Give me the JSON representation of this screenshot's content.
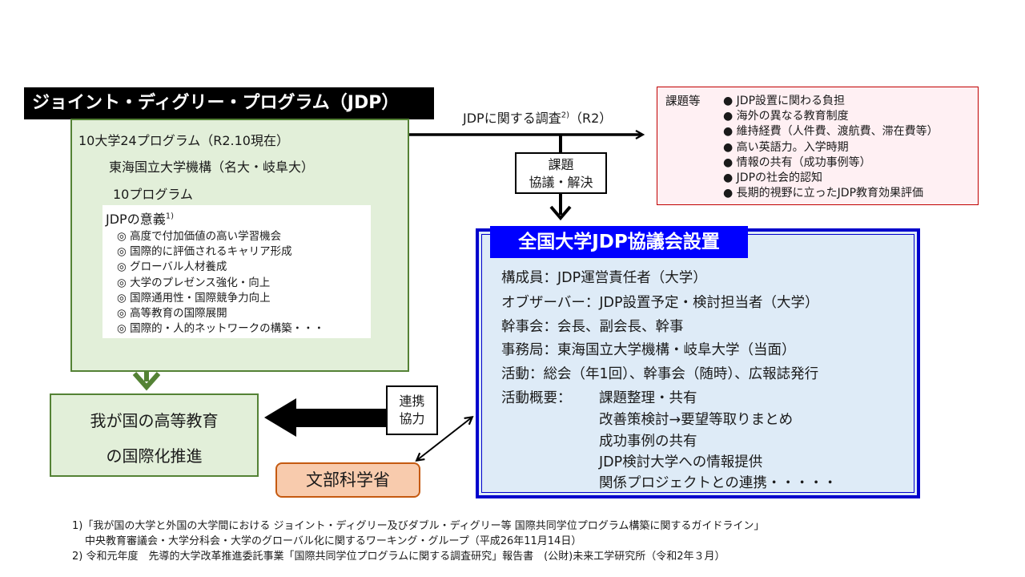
{
  "jdp_title": "ジョイント・ディグリー・プログラム（JDP）",
  "green_box": {
    "line1": "10大学24プログラム（R2.10現在）",
    "line2": "東海国立大学機構（名大・岐阜大）",
    "line3": "10プログラム"
  },
  "significance": {
    "title": "JDPの意義",
    "title_sup": "1)",
    "items": [
      "◎ 高度で付加価値の高い学習機会",
      "◎ 国際的に評価されるキャリア形成",
      "◎ グローバル人材養成",
      "◎ 大学のプレゼンス強化・向上",
      "◎ 国際通用性・国際競争力向上",
      "◎ 高等教育の国際展開",
      "◎ 国際的・人的ネットワークの構築・・・"
    ]
  },
  "survey": {
    "text": "JDPに関する調査",
    "sup": "2)",
    "suffix": "（R2）"
  },
  "issues": {
    "heading": "課題等",
    "items": [
      "● JDP設置に関わる負担",
      "● 海外の異なる教育制度",
      "● 維持経費（人件費、渡航費、滞在費等）",
      "● 高い英語力。入学時期",
      "● 情報の共有（成功事例等）",
      "● JDPの社会的認知",
      "● 長期的視野に立ったJDP教育効果評価"
    ]
  },
  "kadai_box": {
    "line1": "課題",
    "line2": "協議・解決"
  },
  "council": {
    "title": "全国大学JDP協議会設置",
    "lines": [
      "構成員：JDP運営責任者（大学）",
      "オブザーバー：JDP設置予定・検討担当者（大学）",
      "幹事会：会長、副会長、幹事",
      "事務局：東海国立大学機構・岐阜大学（当面）",
      "活動：総会（年1回）、幹事会（随時）、広報誌発行"
    ],
    "activity_label": "活動概要：",
    "activities": [
      "課題整理・共有",
      "改善策検討→要望等取りまとめ",
      "成功事例の共有",
      "JDP検討大学への情報提供",
      "関係プロジェクトとの連携・・・・・"
    ]
  },
  "renkei_box": {
    "line1": "連携",
    "line2": "協力"
  },
  "goal": {
    "line1": "我が国の高等教育",
    "line2": "の国際化推進"
  },
  "mext": "文部科学省",
  "footnotes": [
    "1)「我が国の大学と外国の大学間における ジョイント・ディグリー及びダブル・ディグリー等 国際共同学位プログラム構築に関するガイドライン」",
    "中央教育審議会・大学分科会・大学のグローバル化に関するワーキング・グループ（平成26年11月14日）",
    "2) 令和元年度　先導的大学改革推進委託事業「国際共同学位プログラムに関する調査研究」報告書　(公財)未来工学研究所（令和2年３月）"
  ],
  "colors": {
    "green_fill": "#e2efd9",
    "green_border": "#548235",
    "council_blue": "#0000ff",
    "council_fill": "#deebf7",
    "issues_border": "#c00000",
    "issues_fill": "#fff0f3",
    "mext_fill": "#f8cbad",
    "mext_border": "#c55a11"
  }
}
